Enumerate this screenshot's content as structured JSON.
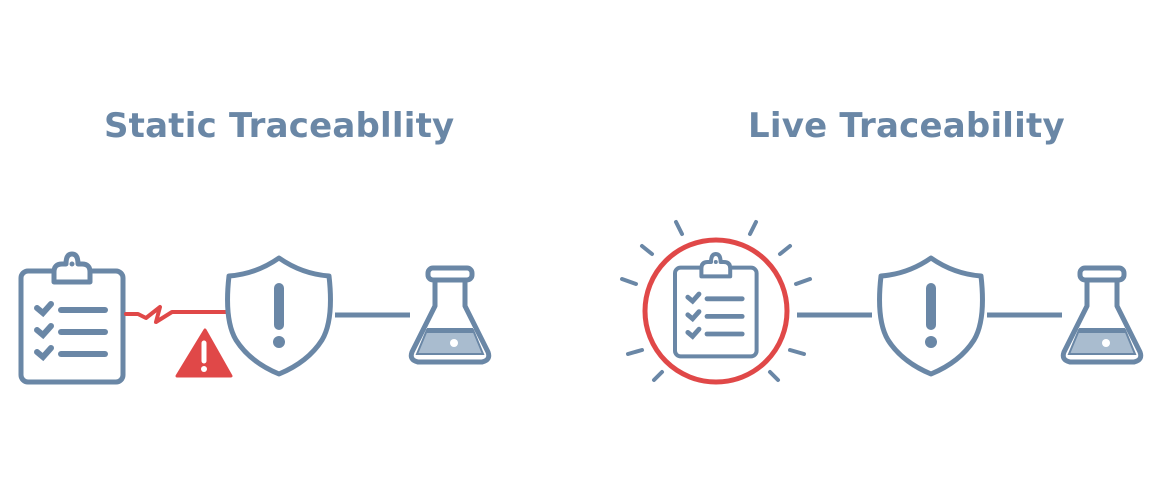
{
  "panels": {
    "static": {
      "title": "Static Traceabllity",
      "nodes": [
        "clipboard-checklist-icon",
        "shield-warning-icon",
        "flask-icon"
      ],
      "link_1_state": "broken",
      "link_1_alert": "warning-triangle-icon",
      "link_2_state": "connected"
    },
    "live": {
      "title": "Live Traceability",
      "nodes": [
        "clipboard-checklist-icon",
        "shield-warning-icon",
        "flask-icon"
      ],
      "highlight": "clipboard-highlight-ring",
      "link_1_state": "connected",
      "link_2_state": "connected"
    }
  },
  "colors": {
    "primary": "#6a87a6",
    "alert": "#e04848",
    "liquid": "#a9bccf",
    "background": "#ffffff"
  }
}
